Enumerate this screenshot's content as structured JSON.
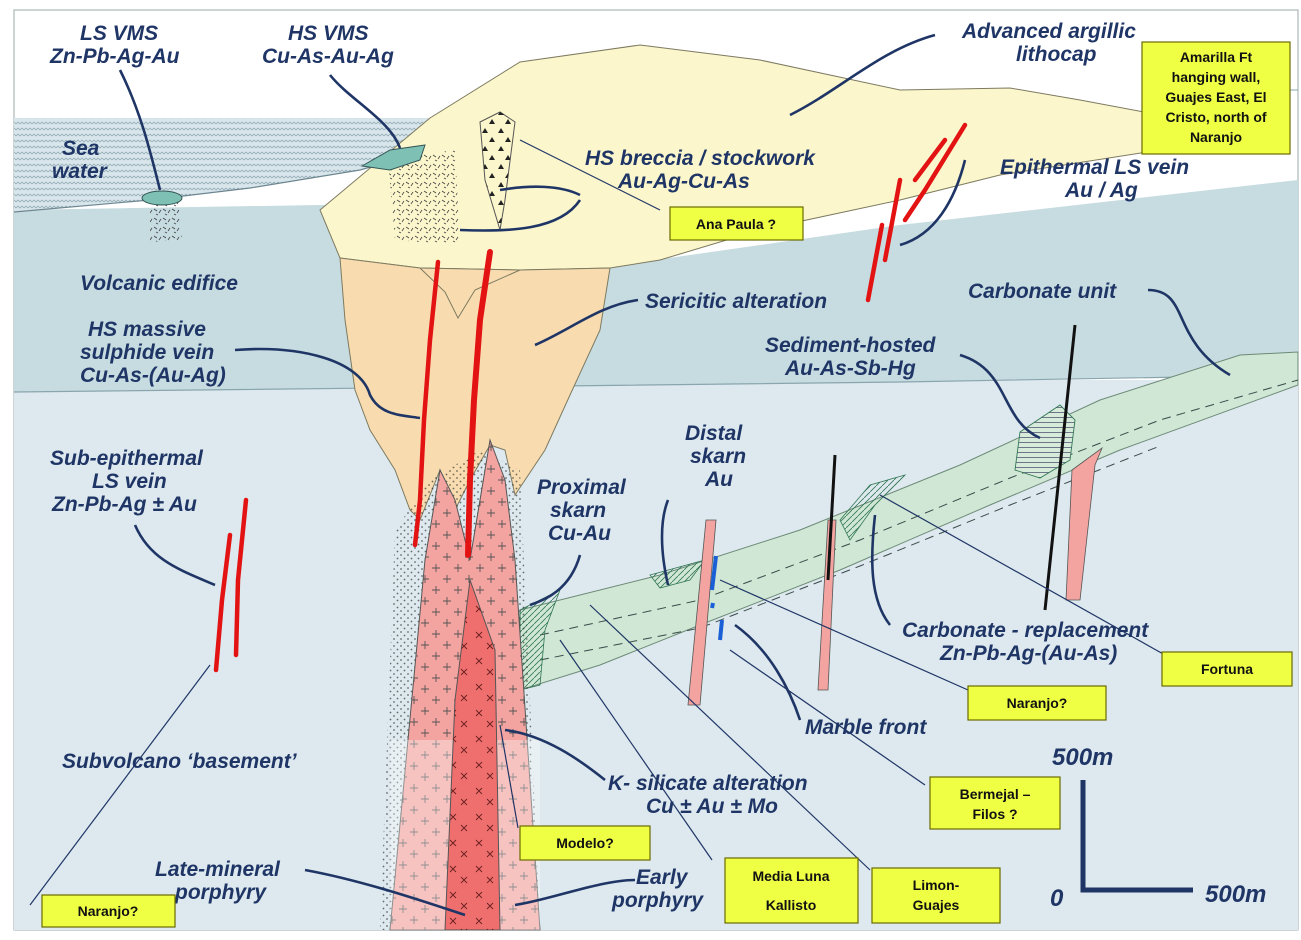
{
  "labels": {
    "ls_vms_1": "LS VMS",
    "ls_vms_2": "Zn-Pb-Ag-Au",
    "hs_vms_1": "HS VMS",
    "hs_vms_2": "Cu-As-Au-Ag",
    "lithocap_1": "Advanced argillic",
    "lithocap_2": "lithocap",
    "sea_1": "Sea",
    "sea_2": "water",
    "breccia_1": "HS breccia / stockwork",
    "breccia_2": "Au-Ag-Cu-As",
    "epi_ls_1": "Epithermal LS vein",
    "epi_ls_2": "Au / Ag",
    "volcanic": "Volcanic edifice",
    "sericitic": "Sericitic alteration",
    "carbonate_unit": "Carbonate unit",
    "hs_massive_1": "HS massive",
    "hs_massive_2": "sulphide vein",
    "hs_massive_3": "Cu-As-(Au-Ag)",
    "sed_1": "Sediment-hosted",
    "sed_2": "Au-As-Sb-Hg",
    "distal_1": "Distal",
    "distal_2": "skarn",
    "distal_3": "Au",
    "sub_epi_1": "Sub-epithermal",
    "sub_epi_2": "LS vein",
    "sub_epi_3": "Zn-Pb-Ag ± Au",
    "proximal_1": "Proximal",
    "proximal_2": "skarn",
    "proximal_3": "Cu-Au",
    "carb_repl_1": "Carbonate - replacement",
    "carb_repl_2": "Zn-Pb-Ag-(Au-As)",
    "marble": "Marble front",
    "basement": "Subvolcano ‘basement’",
    "ksil_1": "K- silicate alteration",
    "ksil_2": "Cu ± Au ± Mo",
    "late_1": "Late-mineral",
    "late_2": "porphyry",
    "early_1": "Early",
    "early_2": "porphyry"
  },
  "boxes": {
    "amarilla_1": "Amarilla Ft",
    "amarilla_2": "hanging wall,",
    "amarilla_3": "Guajes East, El",
    "amarilla_4": "Cristo, north of",
    "amarilla_5": "Naranjo",
    "ana_paula": "Ana Paula ?",
    "fortuna": "Fortuna",
    "naranjo_right": "Naranjo?",
    "bermejal_1": "Bermejal –",
    "bermejal_2": "Filos ?",
    "modelo": "Modelo?",
    "media_luna_1": "Media Luna",
    "media_luna_2": "Kallisto",
    "limon_1": "Limon-",
    "limon_2": "Guajes",
    "naranjo_left": "Naranjo?"
  },
  "scale": {
    "vertical": "500m",
    "origin": "0",
    "horizontal": "500m"
  },
  "colors": {
    "sea": "#cfe2e8",
    "volcanic": "#c6dce0",
    "basement": "#dde9ee",
    "lithocap": "#fbf6cc",
    "sericitic": "#f8dcb0",
    "carbonate": "#cfe7d4",
    "porphyry_early": "#f3a4a0",
    "porphyry_late": "#ee6f6e",
    "vein": "#e31313",
    "label_text": "#1f3566",
    "box_fill": "#eeff44"
  }
}
